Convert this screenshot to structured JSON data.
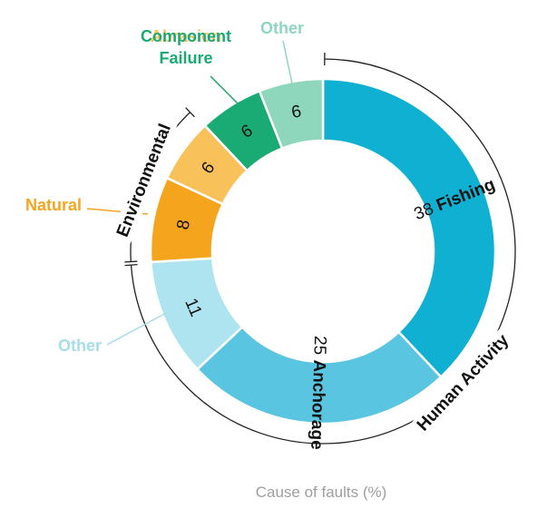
{
  "chart_data": {
    "type": "pie",
    "variant": "donut",
    "caption": "Cause of faults (%)",
    "slices": [
      {
        "label": "Fishing",
        "value": 38,
        "value_text": "38",
        "inner_label": "Fishing",
        "outer_label": "",
        "color": "#0fb0d1"
      },
      {
        "label": "Anchorage",
        "value": 25,
        "value_text": "25",
        "inner_label": "Anchorage",
        "outer_label": "",
        "color": "#5ac5e0"
      },
      {
        "label": "Other",
        "value": 11,
        "value_text": "11",
        "inner_label": "",
        "outer_label": "Other",
        "color": "#aee4ef"
      },
      {
        "label": "Natural",
        "value": 8,
        "value_text": "8",
        "inner_label": "",
        "outer_label": "Natural",
        "color": "#f5a51d"
      },
      {
        "label": "Abrasion",
        "value": 6,
        "value_text": "6",
        "inner_label": "",
        "outer_label": "Abrasion",
        "color": "#f8c15a"
      },
      {
        "label": "Component Failure",
        "value": 6,
        "value_text": "6",
        "inner_label": "",
        "outer_label": "Component Failure",
        "color": "#1aaa73"
      },
      {
        "label": "Other",
        "value": 6,
        "value_text": "6",
        "inner_label": "",
        "outer_label": "Other",
        "color": "#8ed7bd"
      }
    ],
    "groups": [
      {
        "name": "Human Activity",
        "slices": [
          "Fishing",
          "Anchorage",
          "Other"
        ]
      },
      {
        "name": "Environmental",
        "slices": [
          "Natural",
          "Abrasion"
        ]
      }
    ],
    "label_colors": {
      "Other (Human Activity)": "#aee4ef",
      "Natural": "#f5a51d",
      "Abrasion": "#f8c15a",
      "Component Failure": "#1aaa73",
      "Other (Unclassified)": "#8ed7bd"
    }
  }
}
